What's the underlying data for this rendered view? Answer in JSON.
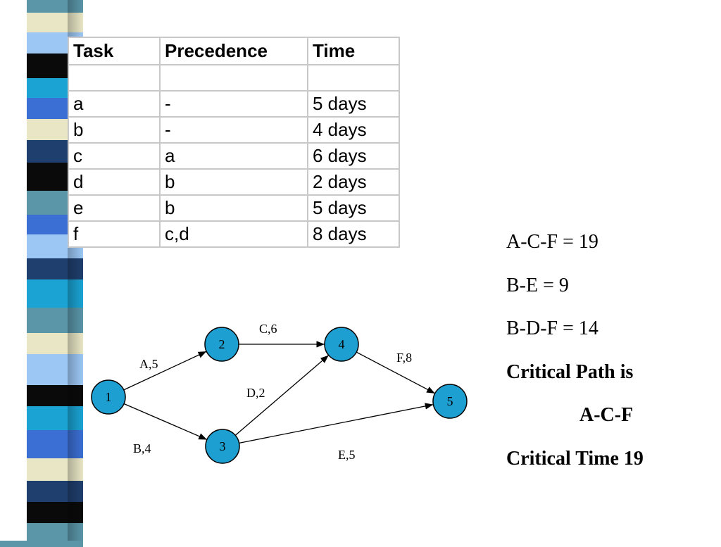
{
  "table": {
    "headers": [
      "Task",
      "Precedence",
      "Time"
    ],
    "rows": [
      [
        "",
        "",
        ""
      ],
      [
        "a",
        "-",
        "5 days"
      ],
      [
        "b",
        "-",
        "4 days"
      ],
      [
        "c",
        "a",
        "6 days"
      ],
      [
        "d",
        "b",
        "2 days"
      ],
      [
        "e",
        "b",
        "5 days"
      ],
      [
        "f",
        "c,d",
        "8 days"
      ]
    ]
  },
  "network": {
    "nodes": [
      "1",
      "2",
      "3",
      "4",
      "5"
    ],
    "edges": [
      {
        "from": "1",
        "to": "2",
        "label": "A,5"
      },
      {
        "from": "1",
        "to": "3",
        "label": "B,4"
      },
      {
        "from": "2",
        "to": "4",
        "label": "C,6"
      },
      {
        "from": "3",
        "to": "4",
        "label": "D,2"
      },
      {
        "from": "3",
        "to": "5",
        "label": "E,5"
      },
      {
        "from": "4",
        "to": "5",
        "label": "F,8"
      }
    ]
  },
  "results": {
    "path1": "A-C-F = 19",
    "path2": "B-E = 9",
    "path3": "B-D-F = 14",
    "critical_path_label": "Critical Path is",
    "critical_path": "A-C-F",
    "critical_time": "Critical Time 19"
  },
  "colors": {
    "node_fill": "#1e9fd2",
    "stripe": [
      "#5a95a8",
      "#1f3f6e",
      "#3b6fd4",
      "#0a0a0a",
      "#e8e6c4",
      "#1aa3d3",
      "#9cc7f5"
    ]
  }
}
